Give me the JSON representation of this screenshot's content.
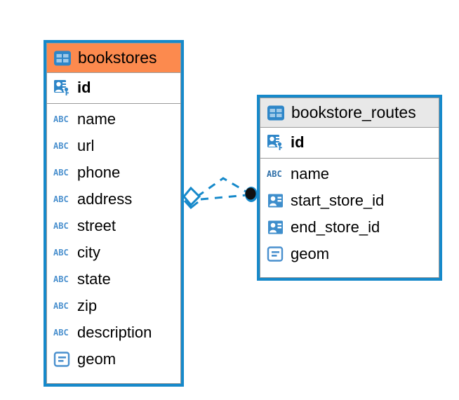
{
  "diagram": {
    "type": "entity-relationship-diagram",
    "background_color": "#ffffff",
    "accent_border_color": "#1689CA",
    "highlight_header_color": "#FC8A4E",
    "default_header_color": "#E8E8E8",
    "connector_color": "#1689CA"
  },
  "entities": [
    {
      "name": "bookstores",
      "header_style": "accent-orange",
      "table_icon": "table-icon",
      "primary_key": {
        "label": "id",
        "icon": "primary-key-icon"
      },
      "fields": [
        {
          "label": "name",
          "icon": "text-abc-icon"
        },
        {
          "label": "url",
          "icon": "text-abc-icon"
        },
        {
          "label": "phone",
          "icon": "text-abc-icon"
        },
        {
          "label": "address",
          "icon": "text-abc-icon"
        },
        {
          "label": "street",
          "icon": "text-abc-icon"
        },
        {
          "label": "city",
          "icon": "text-abc-icon"
        },
        {
          "label": "state",
          "icon": "text-abc-icon"
        },
        {
          "label": "zip",
          "icon": "text-abc-icon"
        },
        {
          "label": "description",
          "icon": "text-abc-icon"
        },
        {
          "label": "geom",
          "icon": "geometry-icon"
        }
      ]
    },
    {
      "name": "bookstore_routes",
      "header_style": "accent-gray",
      "table_icon": "table-icon",
      "primary_key": {
        "label": "id",
        "icon": "primary-key-icon"
      },
      "fields": [
        {
          "label": "name",
          "icon": "text-abc-icon"
        },
        {
          "label": "start_store_id",
          "icon": "foreign-key-icon"
        },
        {
          "label": "end_store_id",
          "icon": "foreign-key-icon"
        },
        {
          "label": "geom",
          "icon": "geometry-icon"
        }
      ]
    }
  ],
  "relationship": {
    "from_entity": "bookstores",
    "to_entity": "bookstore_routes",
    "line_style": "dashed",
    "source_endpoint": "diamond-endpoint",
    "target_endpoint": "filled-dot-endpoint"
  }
}
